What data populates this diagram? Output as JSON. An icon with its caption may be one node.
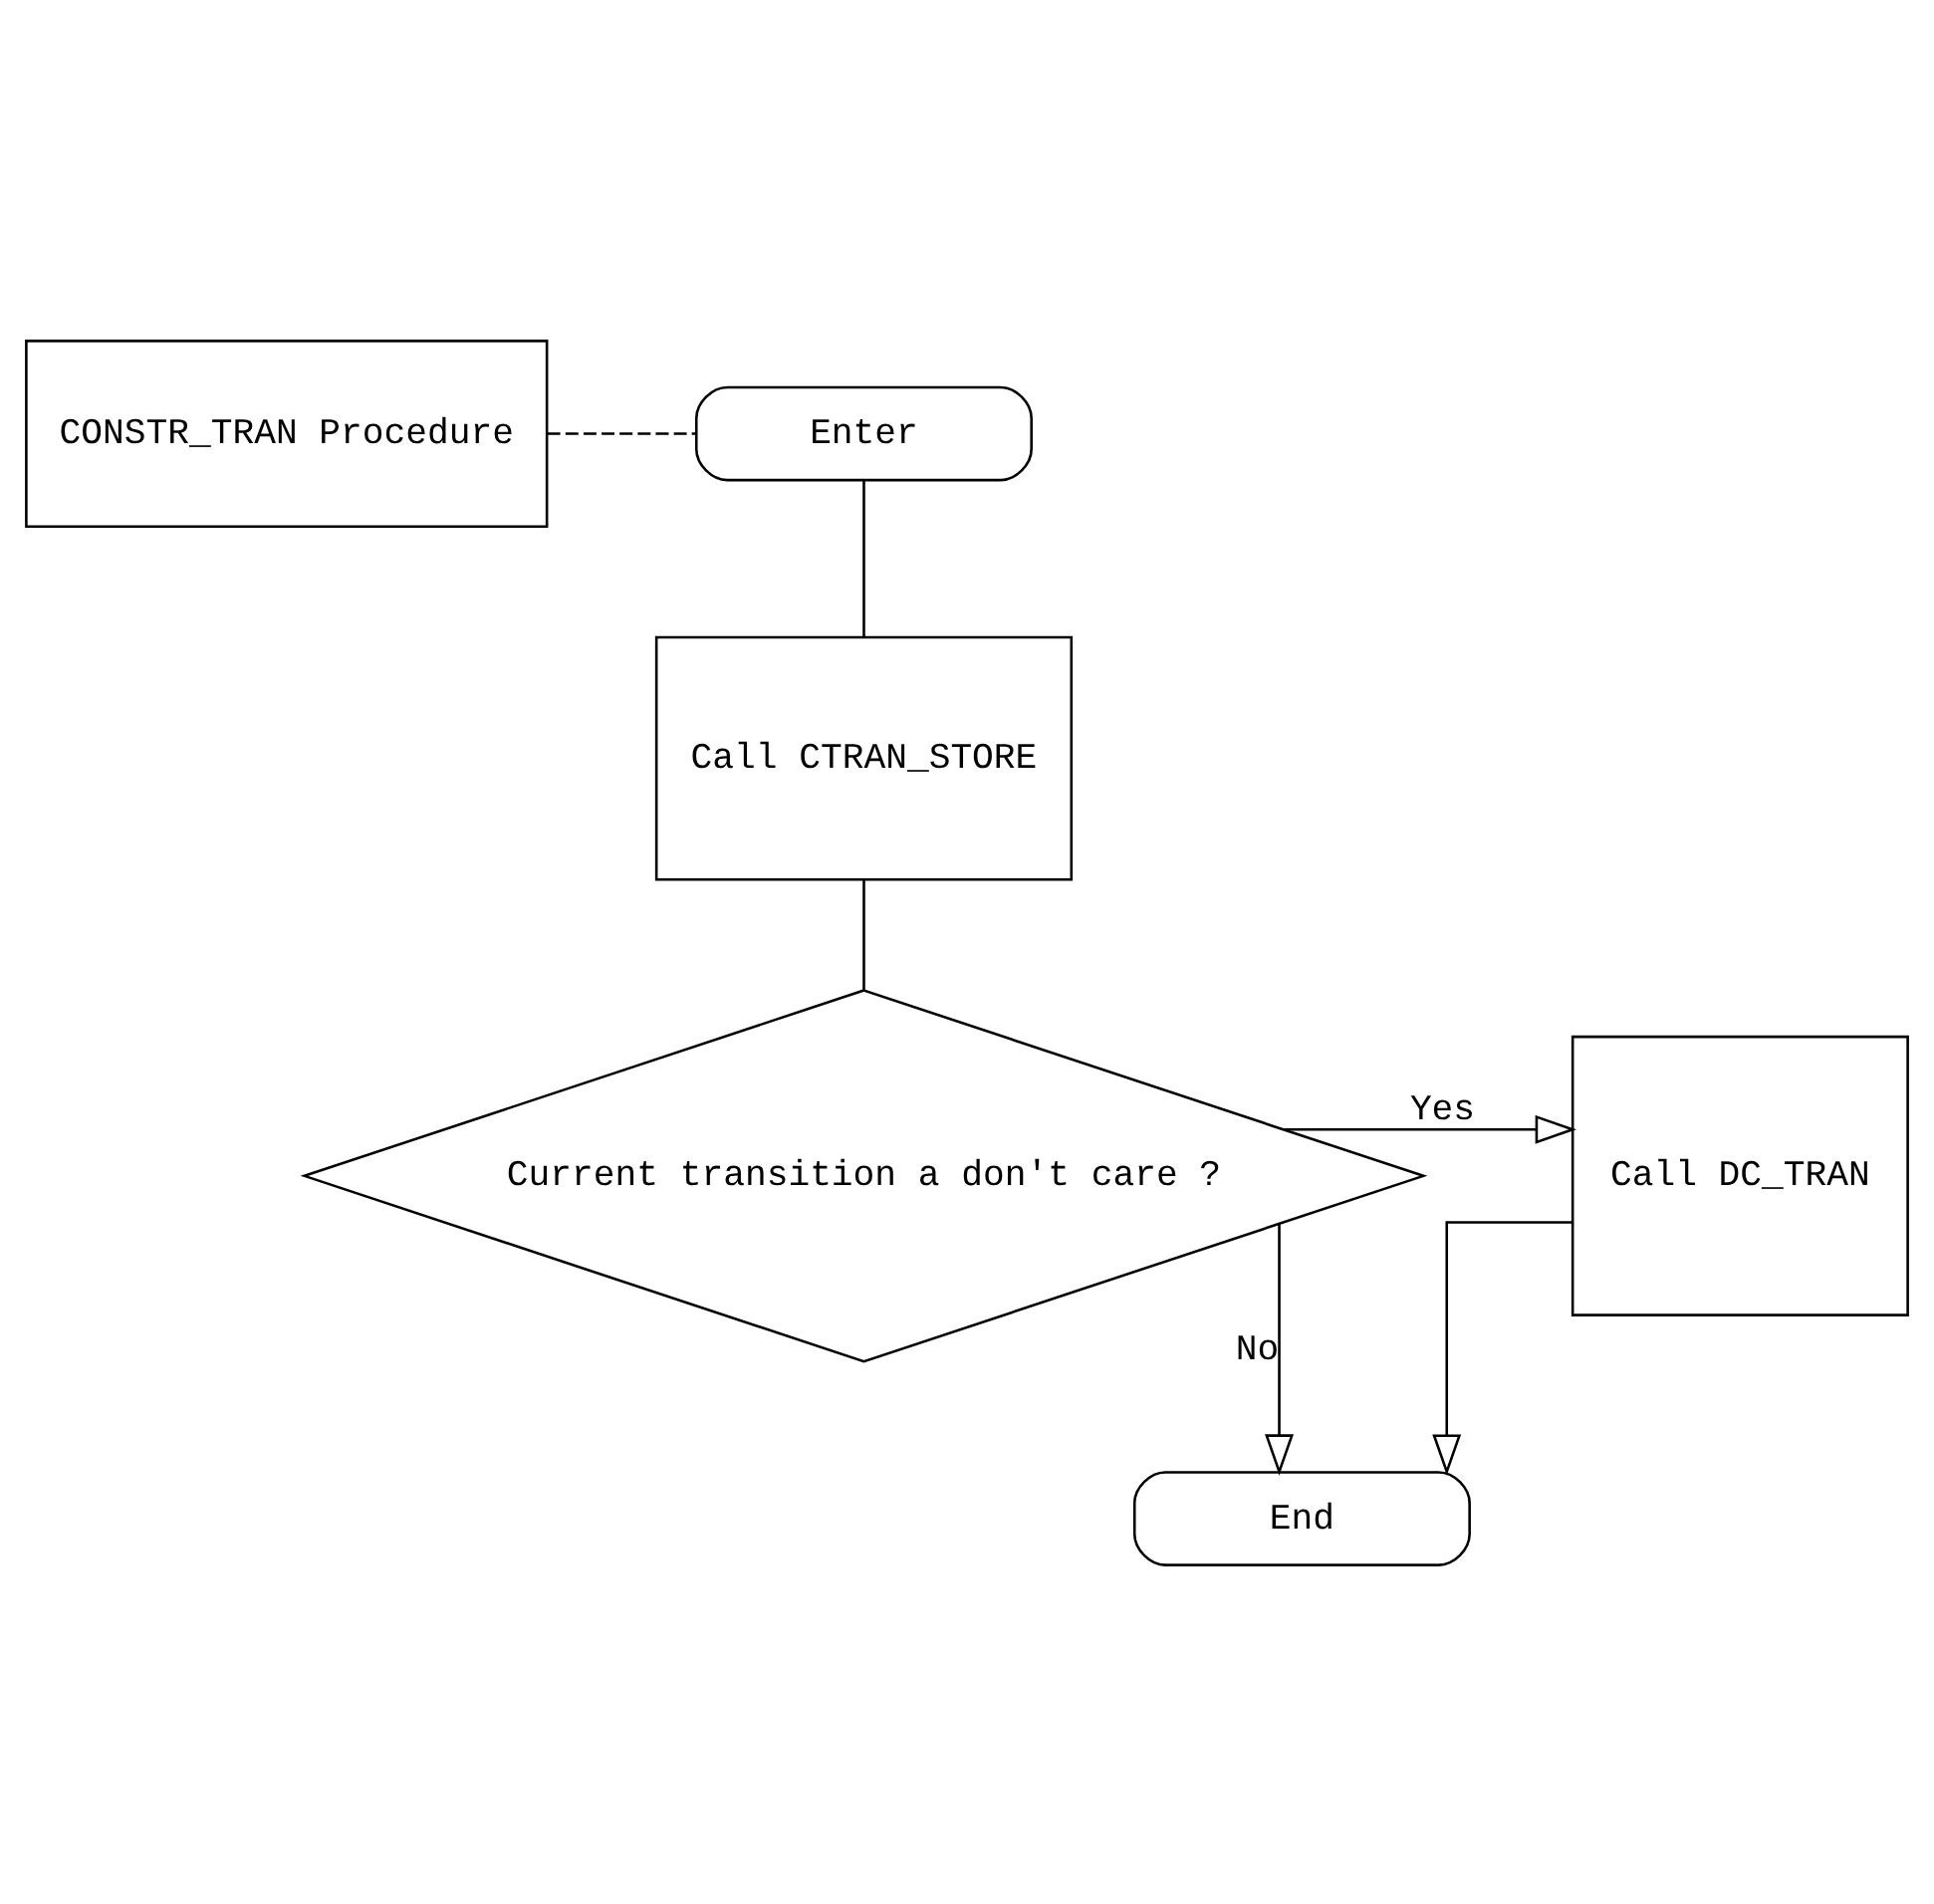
{
  "diagram": {
    "nodes": [
      {
        "text": [
          "CONSTR_TRAN Procedure"
        ]
      },
      {
        "text": [
          "Enter"
        ]
      },
      {
        "text": [
          "Call CTRAN_STORE"
        ]
      },
      {
        "text": [
          "Current transition a don't care ?"
        ]
      },
      {
        "text": [
          "Call DC_TRAN"
        ]
      },
      {
        "text": [
          "End"
        ]
      }
    ],
    "edges": [
      {
        "from": 0,
        "to": 1,
        "arrow": "none",
        "style": "dashed"
      },
      {
        "from": 1,
        "to": 2,
        "arrow": "none"
      },
      {
        "from": 2,
        "to": 3,
        "arrow": "none"
      },
      {
        "from": 3,
        "to": 4,
        "arrow": "to",
        "label": "Yes"
      },
      {
        "from": 4,
        "to": 5,
        "arrow": "to"
      },
      {
        "from": 3,
        "to": 5,
        "arrow": "to",
        "label": "No"
      }
    ]
  }
}
